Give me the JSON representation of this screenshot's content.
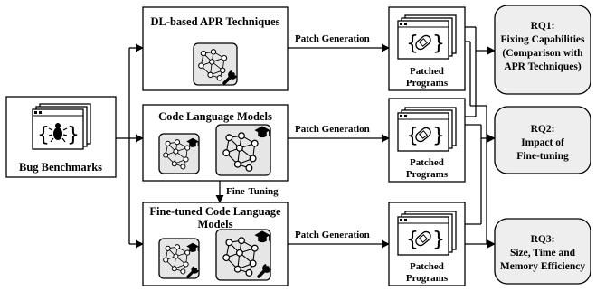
{
  "input": {
    "label": "Bug Benchmarks"
  },
  "techniques": [
    {
      "id": "dl",
      "title": "DL-based APR Techniques"
    },
    {
      "id": "clm",
      "title": "Code Language Models"
    },
    {
      "id": "ft",
      "title_line1": "Fine-tuned Code Language",
      "title_line2": "Models"
    }
  ],
  "edges": {
    "patch_generation": "Patch Generation",
    "fine_tuning": "Fine-Tuning"
  },
  "outputs": {
    "patched_line1": "Patched",
    "patched_line2": "Programs"
  },
  "research_questions": [
    {
      "id": "rq1",
      "lines": [
        "RQ1:",
        "Fixing Capabilities",
        "(Comparison with",
        "APR Techniques)"
      ]
    },
    {
      "id": "rq2",
      "lines": [
        "RQ2:",
        "Impact of",
        "Fine-tuning"
      ]
    },
    {
      "id": "rq3",
      "lines": [
        "RQ3:",
        "Size, Time and",
        "Memory Efficiency"
      ]
    }
  ],
  "icons": [
    "bug-window-icon",
    "neural-network-icon",
    "wrench-icon",
    "graduation-cap-icon",
    "patched-program-window-icon",
    "bandage-icon"
  ],
  "colors": {
    "icon_fill": "#e6e6e6",
    "rq_fill": "#eeeeee",
    "stroke": "#000000"
  }
}
